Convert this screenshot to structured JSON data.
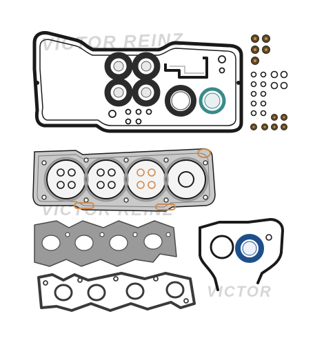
{
  "watermark": {
    "brand": "VICTOR REINZ",
    "short": "VICTOR"
  },
  "colors": {
    "background": "#ffffff",
    "gasket_black": "#1a1a1a",
    "gasket_grey": "#9a9a9a",
    "head_gasket_fill": "#c9c9c9",
    "fire_ring": "#e6e6e6",
    "copper_accent": "#d08a4a",
    "seal_teal": "#3a8a8a",
    "seal_blue": "#1e4f8a",
    "seal_rubber": "#2b2b2b",
    "watermark": "#d6d6d6"
  },
  "parts": [
    {
      "name": "valve-cover-gasket"
    },
    {
      "name": "camshaft-seals"
    },
    {
      "name": "spark-plug-tube-seals"
    },
    {
      "name": "cylinder-head-gasket"
    },
    {
      "name": "intake-manifold-gasket"
    },
    {
      "name": "exhaust-manifold-gasket"
    },
    {
      "name": "timing-cover-gasket"
    },
    {
      "name": "crankshaft-seal"
    },
    {
      "name": "valve-stem-seals"
    },
    {
      "name": "o-rings"
    }
  ]
}
